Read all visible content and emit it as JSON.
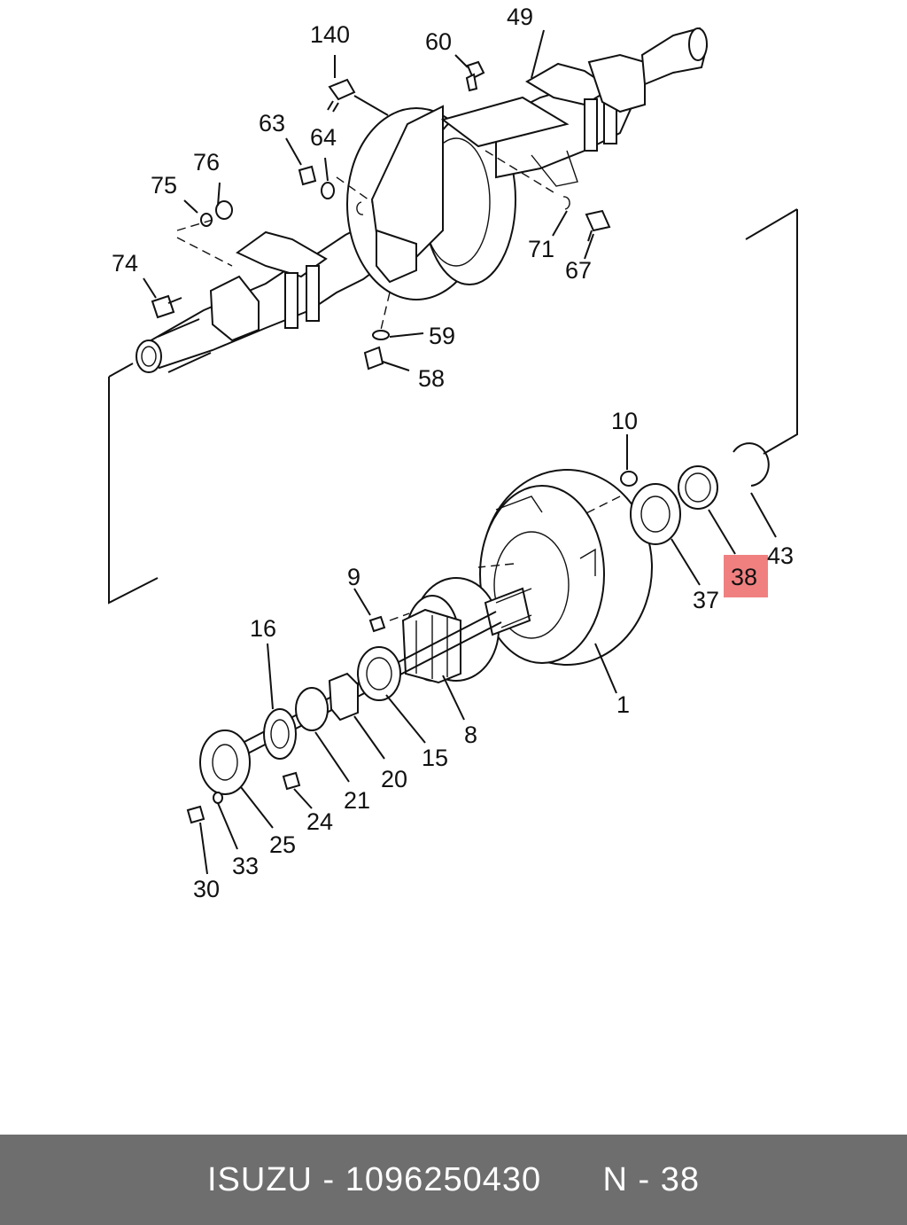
{
  "diagram": {
    "highlight_color": "#f08080",
    "callouts": [
      {
        "id": "140",
        "text": "140"
      },
      {
        "id": "49",
        "text": "49"
      },
      {
        "id": "60",
        "text": "60"
      },
      {
        "id": "63",
        "text": "63"
      },
      {
        "id": "64",
        "text": "64"
      },
      {
        "id": "76",
        "text": "76"
      },
      {
        "id": "75",
        "text": "75"
      },
      {
        "id": "74",
        "text": "74"
      },
      {
        "id": "71",
        "text": "71"
      },
      {
        "id": "67",
        "text": "67"
      },
      {
        "id": "59",
        "text": "59"
      },
      {
        "id": "58",
        "text": "58"
      },
      {
        "id": "10",
        "text": "10"
      },
      {
        "id": "43",
        "text": "43"
      },
      {
        "id": "38",
        "text": "38",
        "highlighted": true
      },
      {
        "id": "37",
        "text": "37"
      },
      {
        "id": "9",
        "text": "9"
      },
      {
        "id": "16",
        "text": "16"
      },
      {
        "id": "1",
        "text": "1"
      },
      {
        "id": "8",
        "text": "8"
      },
      {
        "id": "15",
        "text": "15"
      },
      {
        "id": "20",
        "text": "20"
      },
      {
        "id": "21",
        "text": "21"
      },
      {
        "id": "24",
        "text": "24"
      },
      {
        "id": "25",
        "text": "25"
      },
      {
        "id": "33",
        "text": "33"
      },
      {
        "id": "30",
        "text": "30"
      }
    ]
  },
  "footer": {
    "brand": "ISUZU",
    "separator": " - ",
    "part_number": "1096250430",
    "ref_prefix": "N",
    "ref_separator": " - ",
    "ref_number": "38"
  }
}
